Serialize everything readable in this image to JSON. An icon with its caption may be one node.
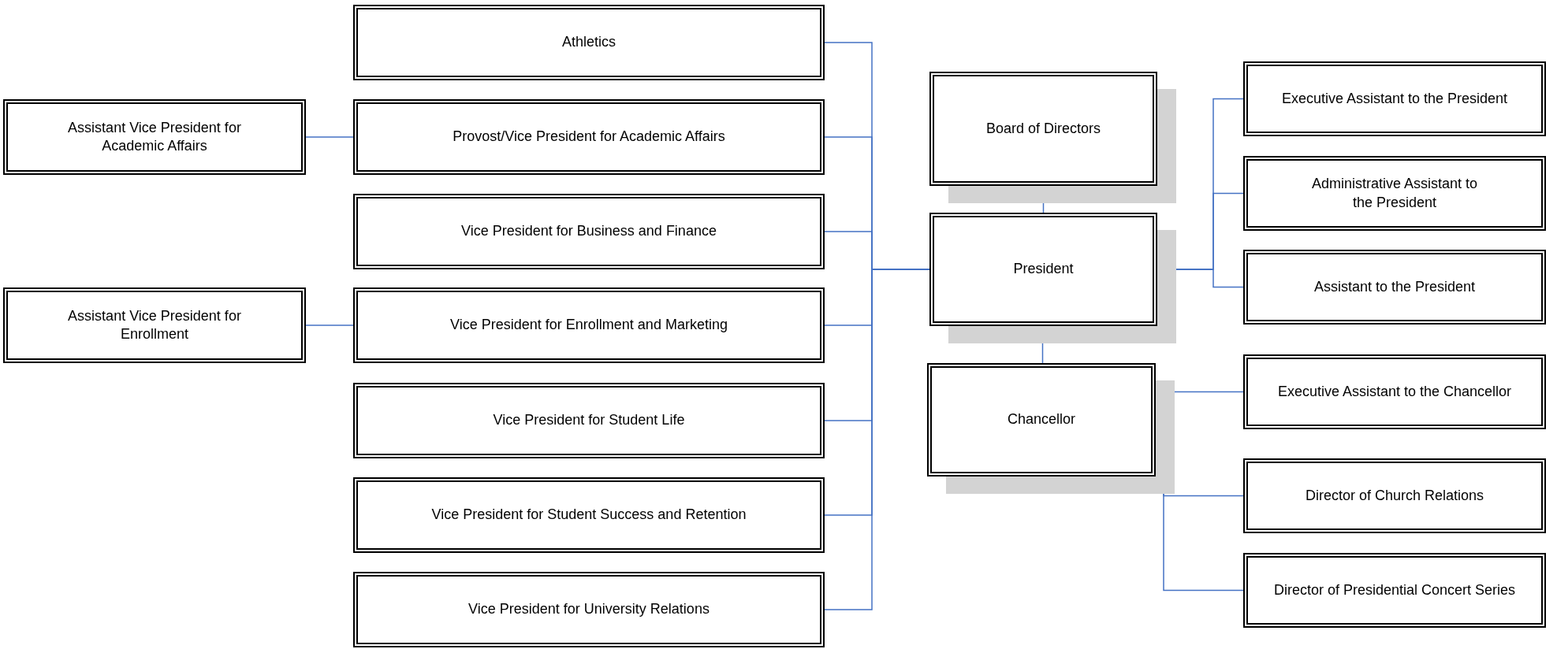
{
  "diagram": {
    "nodes": [
      {
        "text": [
          "Athletics"
        ]
      },
      {
        "text": [
          "Assistant Vice President for Academic Affairs"
        ]
      },
      {
        "text": [
          "Provost/Vice President for Academic Affairs"
        ]
      },
      {
        "text": [
          "Vice President for Business and Finance"
        ]
      },
      {
        "text": [
          "Assistant Vice President for Enrollment"
        ]
      },
      {
        "text": [
          "Vice President for Enrollment and Marketing"
        ]
      },
      {
        "text": [
          "Vice President for Student Life"
        ]
      },
      {
        "text": [
          "Vice President for Student Success and Retention"
        ]
      },
      {
        "text": [
          "Vice President for University Relations"
        ]
      },
      {
        "text": [
          "Board of Directors"
        ]
      },
      {
        "text": [
          "President"
        ]
      },
      {
        "text": [
          "Chancellor"
        ]
      },
      {
        "text": [
          "Executive Assistant to the President"
        ]
      },
      {
        "text": [
          "Administrative Assistant to the President"
        ]
      },
      {
        "text": [
          "Assistant to the President"
        ]
      },
      {
        "text": [
          "Executive Assistant to the Chancellor"
        ]
      },
      {
        "text": [
          "Director of Church Relations"
        ]
      },
      {
        "text": [
          "Director of Presidential Concert Series"
        ]
      }
    ],
    "edges": [
      {
        "from": 9,
        "to": 10,
        "arrow": "none"
      },
      {
        "from": 10,
        "to": 11,
        "arrow": "none"
      },
      {
        "from": 10,
        "to": 0,
        "arrow": "none"
      },
      {
        "from": 10,
        "to": 2,
        "arrow": "none"
      },
      {
        "from": 10,
        "to": 3,
        "arrow": "none"
      },
      {
        "from": 10,
        "to": 5,
        "arrow": "none"
      },
      {
        "from": 10,
        "to": 6,
        "arrow": "none"
      },
      {
        "from": 10,
        "to": 7,
        "arrow": "none"
      },
      {
        "from": 10,
        "to": 8,
        "arrow": "none"
      },
      {
        "from": 2,
        "to": 1,
        "arrow": "none"
      },
      {
        "from": 5,
        "to": 4,
        "arrow": "none"
      },
      {
        "from": 10,
        "to": 12,
        "arrow": "none"
      },
      {
        "from": 10,
        "to": 13,
        "arrow": "none"
      },
      {
        "from": 10,
        "to": 14,
        "arrow": "none"
      },
      {
        "from": 11,
        "to": 15,
        "arrow": "none"
      },
      {
        "from": 11,
        "to": 16,
        "arrow": "none"
      },
      {
        "from": 11,
        "to": 17,
        "arrow": "none"
      }
    ]
  }
}
